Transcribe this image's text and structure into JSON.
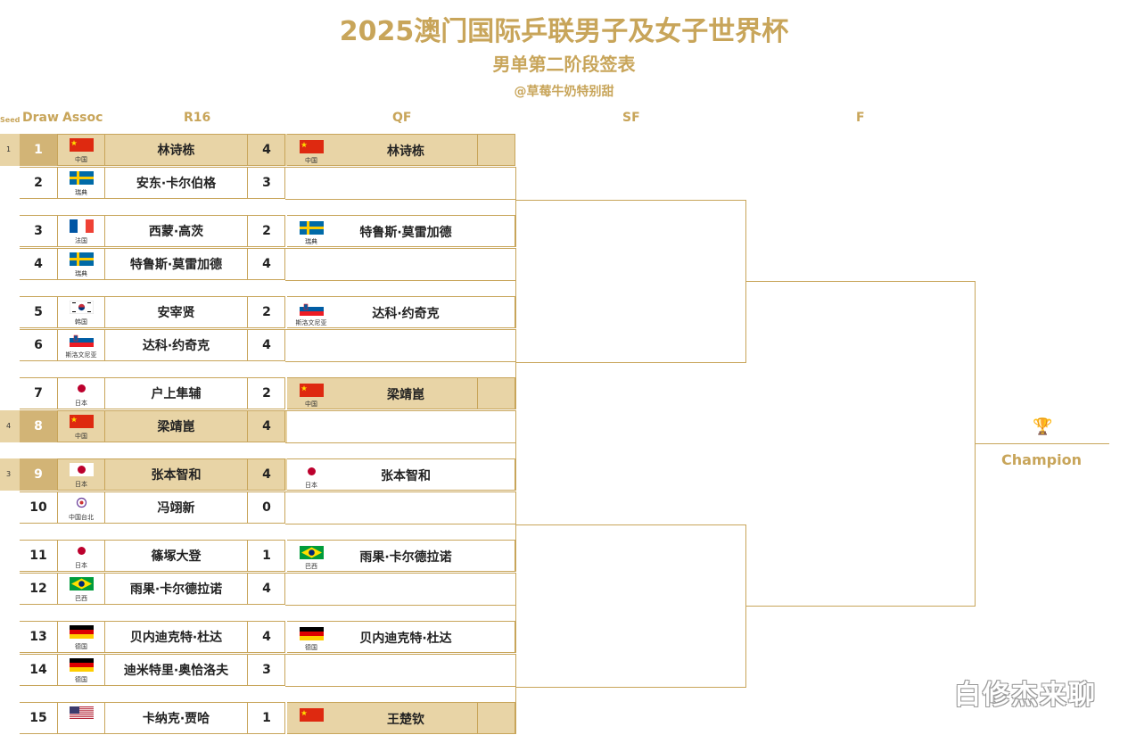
{
  "title": "2025澳门国际乒联男子及女子世界杯",
  "subtitle": "男单第二阶段签表",
  "author": "@草莓牛奶特别甜",
  "headers": {
    "seed": "Seed",
    "draw": "Draw",
    "assoc": "Assoc",
    "r16": "R16",
    "qf": "QF",
    "sf": "SF",
    "f": "F"
  },
  "r16": [
    {
      "seed": "1",
      "draw": "1",
      "country": "中国",
      "flag": "china-flag",
      "name": "林诗栋",
      "score": "4",
      "hl": true
    },
    {
      "seed": "",
      "draw": "2",
      "country": "瑞典",
      "flag": "sweden-flag",
      "name": "安东·卡尔伯格",
      "score": "3",
      "hl": false
    },
    {
      "seed": "",
      "draw": "3",
      "country": "法国",
      "flag": "france-flag",
      "name": "西蒙·高茨",
      "score": "2",
      "hl": false
    },
    {
      "seed": "",
      "draw": "4",
      "country": "瑞典",
      "flag": "sweden-flag",
      "name": "特鲁斯·莫雷加德",
      "score": "4",
      "hl": false
    },
    {
      "seed": "",
      "draw": "5",
      "country": "韩国",
      "flag": "korea-flag",
      "name": "安宰贤",
      "score": "2",
      "hl": false
    },
    {
      "seed": "",
      "draw": "6",
      "country": "斯洛文尼亚",
      "flag": "slovenia-flag",
      "name": "达科·约奇克",
      "score": "4",
      "hl": false
    },
    {
      "seed": "",
      "draw": "7",
      "country": "日本",
      "flag": "japan-flag",
      "name": "户上隼辅",
      "score": "2",
      "hl": false
    },
    {
      "seed": "4",
      "draw": "8",
      "country": "中国",
      "flag": "china-flag",
      "name": "梁靖崑",
      "score": "4",
      "hl": true
    },
    {
      "seed": "3",
      "draw": "9",
      "country": "日本",
      "flag": "japan-flag",
      "name": "张本智和",
      "score": "4",
      "hl": true
    },
    {
      "seed": "",
      "draw": "10",
      "country": "中国台北",
      "flag": "tpe-flag",
      "name": "冯翊新",
      "score": "0",
      "hl": false
    },
    {
      "seed": "",
      "draw": "11",
      "country": "日本",
      "flag": "japan-flag",
      "name": "篠塚大登",
      "score": "1",
      "hl": false
    },
    {
      "seed": "",
      "draw": "12",
      "country": "巴西",
      "flag": "brazil-flag",
      "name": "雨果·卡尔德拉诺",
      "score": "4",
      "hl": false
    },
    {
      "seed": "",
      "draw": "13",
      "country": "德国",
      "flag": "germany-flag",
      "name": "贝内迪克特·杜达",
      "score": "4",
      "hl": false
    },
    {
      "seed": "",
      "draw": "14",
      "country": "德国",
      "flag": "germany-flag",
      "name": "迪米特里·奥恰洛夫",
      "score": "3",
      "hl": false
    },
    {
      "seed": "",
      "draw": "15",
      "country": "",
      "flag": "usa-flag",
      "name": "卡纳克·贾哈",
      "score": "1",
      "hl": false
    }
  ],
  "qf": [
    {
      "country": "中国",
      "flag": "china-flag",
      "name": "林诗栋",
      "hl": true
    },
    {
      "country": "瑞典",
      "flag": "sweden-flag",
      "name": "特鲁斯·莫雷加德",
      "hl": false
    },
    {
      "country": "斯洛文尼亚",
      "flag": "slovenia-flag",
      "name": "达科·约奇克",
      "hl": false
    },
    {
      "country": "中国",
      "flag": "china-flag",
      "name": "梁靖崑",
      "hl": true
    },
    {
      "country": "日本",
      "flag": "japan-flag",
      "name": "张本智和",
      "hl": false
    },
    {
      "country": "巴西",
      "flag": "brazil-flag",
      "name": "雨果·卡尔德拉诺",
      "hl": false
    },
    {
      "country": "德国",
      "flag": "germany-flag",
      "name": "贝内迪克特·杜达",
      "hl": false
    },
    {
      "country": "",
      "flag": "china-flag",
      "name": "王楚钦",
      "hl": true
    }
  ],
  "champion": "Champion",
  "watermark": "白修杰来聊"
}
